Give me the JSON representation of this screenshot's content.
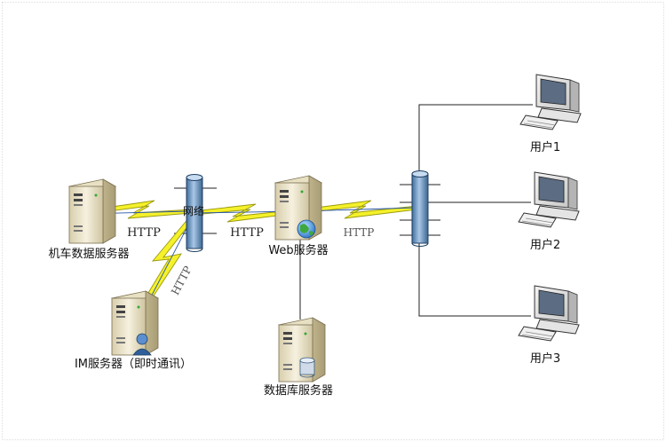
{
  "nodes": {
    "locomotive_server": "机车数据服务器",
    "im_server": "IM服务器（即时通讯）",
    "web_server": "Web服务器",
    "database_server": "数据库服务器",
    "network": "网络",
    "user1": "用户1",
    "user2": "用户2",
    "user3": "用户3"
  },
  "protocols": {
    "left_link": "HTTP",
    "im_link": "HTTP",
    "web_link": "HTTP",
    "user_link": "HTTP"
  },
  "colors": {
    "lightning_fill": "#f5f12a",
    "lightning_stroke": "#9a9a10",
    "pipe": "#6f9cc8",
    "server_body": "#ece4c8",
    "monitor_screen": "#5b6c83"
  }
}
